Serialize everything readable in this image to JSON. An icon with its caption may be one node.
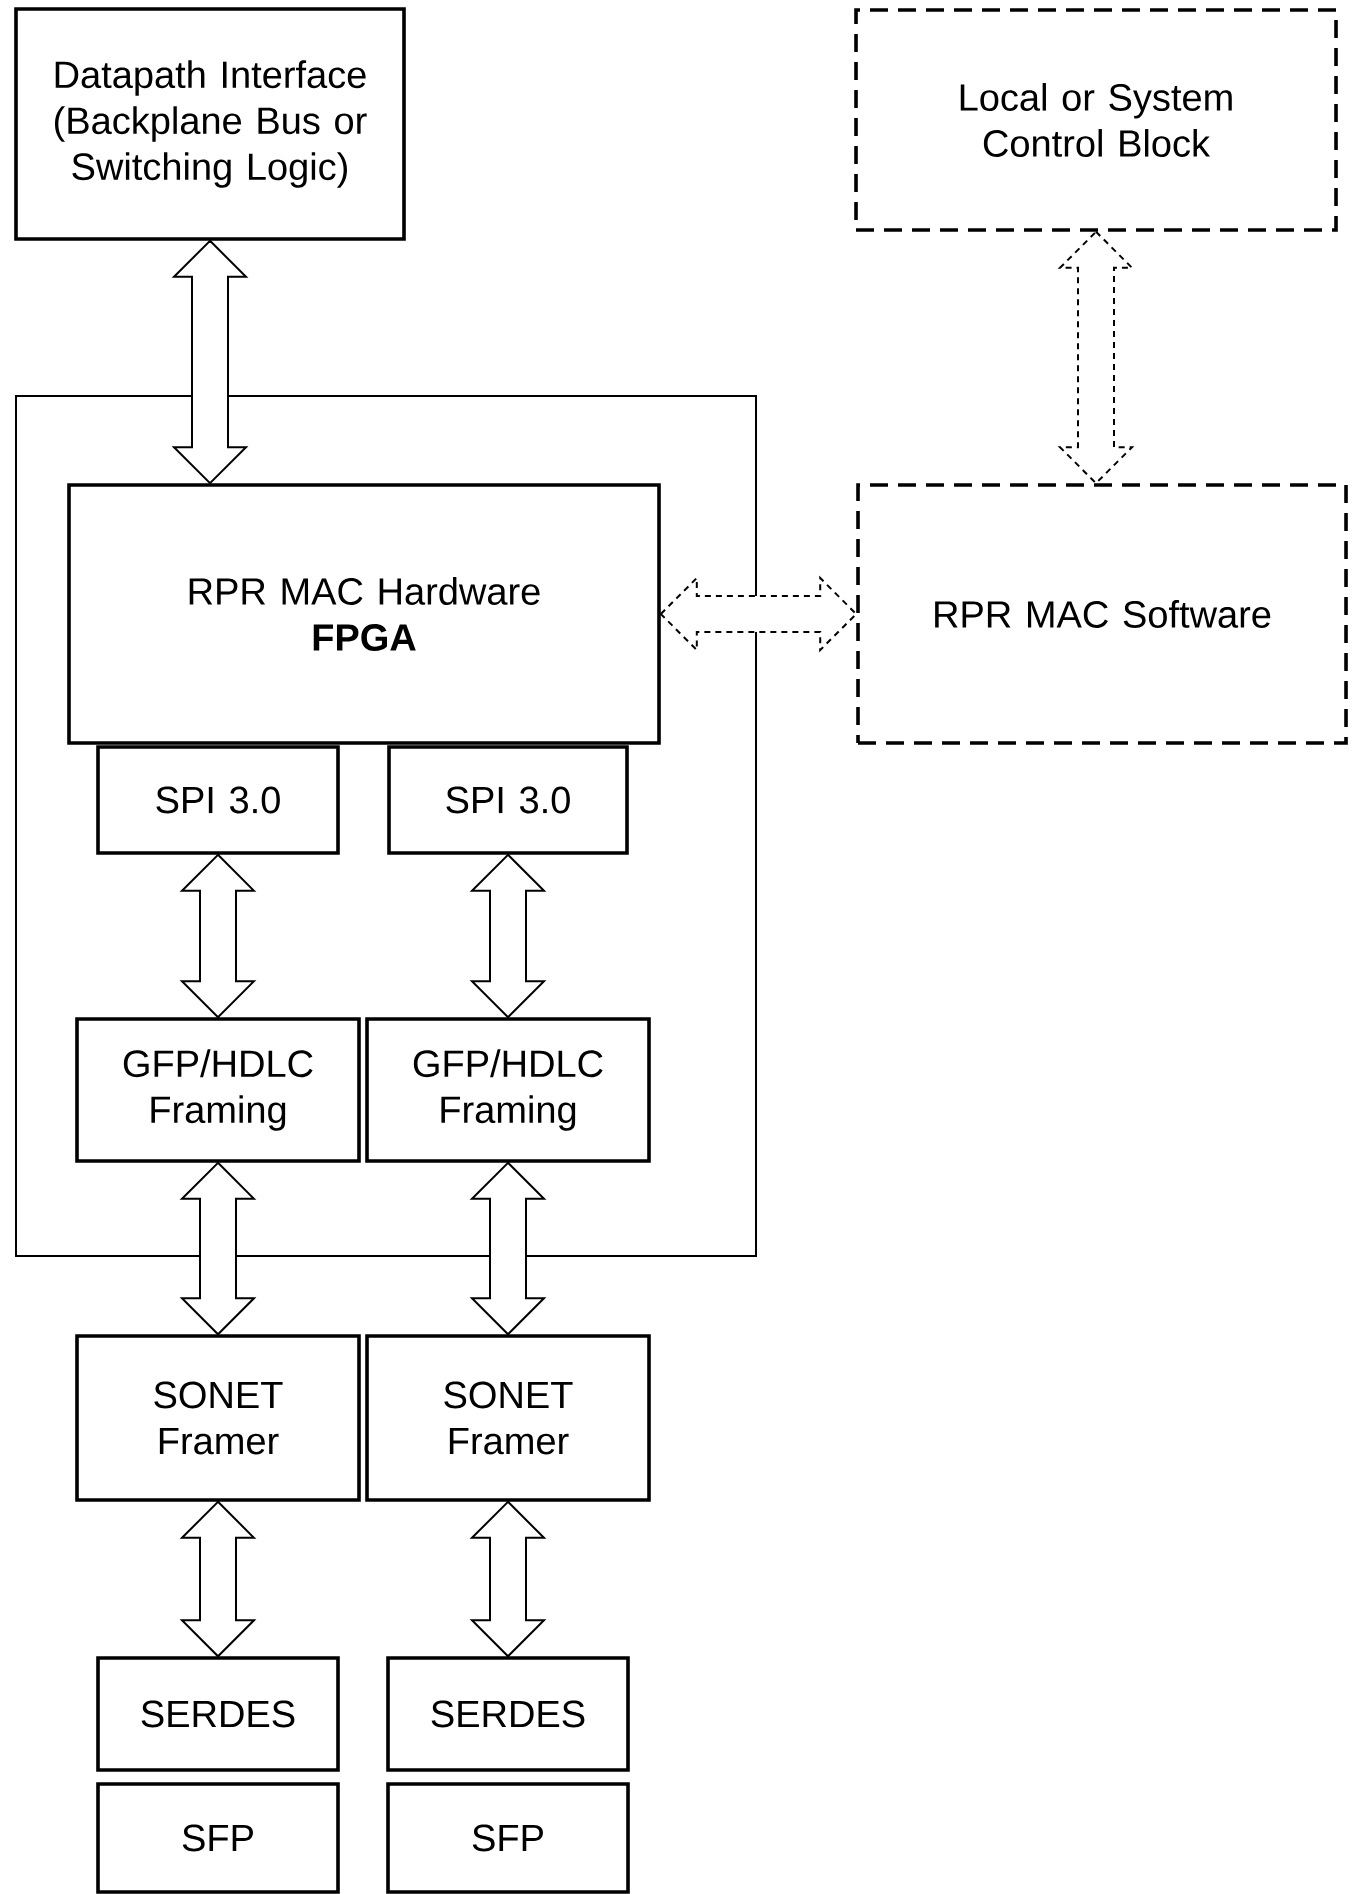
{
  "diagram": {
    "nodes": [
      {
        "text": [
          "Datapath Interface (Backplane Bus or Switching Logic)"
        ]
      },
      {
        "text": [
          "Local or System Control Block"
        ]
      },
      {
        "text": [],
        "shape": "box"
      },
      {
        "text": [
          "RPR MAC Hardware",
          "FPGA"
        ],
        "in": 2
      },
      {
        "text": [
          "RPR MAC Software"
        ]
      },
      {
        "text": [
          "SPI 3.0"
        ],
        "in": 2
      },
      {
        "text": [
          "SPI 3.0"
        ],
        "in": 2
      },
      {
        "text": [
          "GFP/HDLC Framing"
        ],
        "in": 2
      },
      {
        "text": [
          "GFP/HDLC Framing"
        ],
        "in": 2
      },
      {
        "text": [
          "SONET Framer"
        ]
      },
      {
        "text": [
          "SONET Framer"
        ]
      },
      {
        "text": [
          "SERDES"
        ]
      },
      {
        "text": [
          "SERDES"
        ]
      },
      {
        "text": [
          "SFP"
        ]
      },
      {
        "text": [
          "SFP"
        ]
      }
    ],
    "edges": [
      {
        "from": 0,
        "to": 3,
        "arrow": "both"
      },
      {
        "from": 1,
        "to": 4,
        "arrow": "both",
        "style": "dashed"
      },
      {
        "from": 3,
        "to": 4,
        "arrow": "both",
        "style": "dashed"
      },
      {
        "from": 5,
        "to": 7,
        "arrow": "both"
      },
      {
        "from": 6,
        "to": 8,
        "arrow": "both"
      },
      {
        "from": 7,
        "to": 9,
        "arrow": "both"
      },
      {
        "from": 8,
        "to": 10,
        "arrow": "both"
      },
      {
        "from": 9,
        "to": 11,
        "arrow": "both"
      },
      {
        "from": 10,
        "to": 12,
        "arrow": "both"
      }
    ]
  }
}
